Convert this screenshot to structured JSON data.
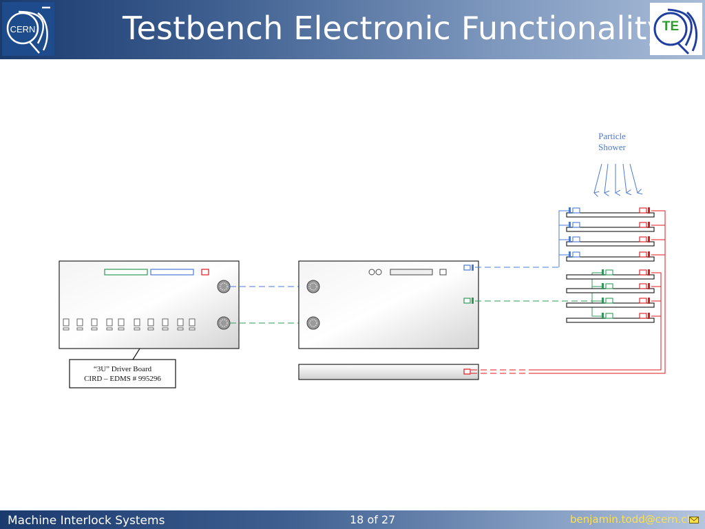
{
  "header": {
    "title": "Testbench Electronic Functionality",
    "logo_left_text": "CERN",
    "logo_right_text": "TE"
  },
  "diagram": {
    "particle_label_line1": "Particle",
    "particle_label_line2": "Shower",
    "driver_label_line1": "“3U” Driver Board",
    "driver_label_line2": "CIRD – EDMS # 995296"
  },
  "footer": {
    "left": "Machine Interlock Systems",
    "page": "18 of 27",
    "email": "benjamin.todd@cern.ch"
  },
  "colors": {
    "header_dark": "#1b3a6e",
    "blue_signal": "#4a78d6",
    "green_signal": "#2e9a55",
    "red_signal": "#e0161b",
    "email_yellow": "#ffe14a"
  },
  "icons": [
    "cern-logo-icon",
    "te-logo-icon",
    "mail-icon",
    "connector-icon"
  ]
}
